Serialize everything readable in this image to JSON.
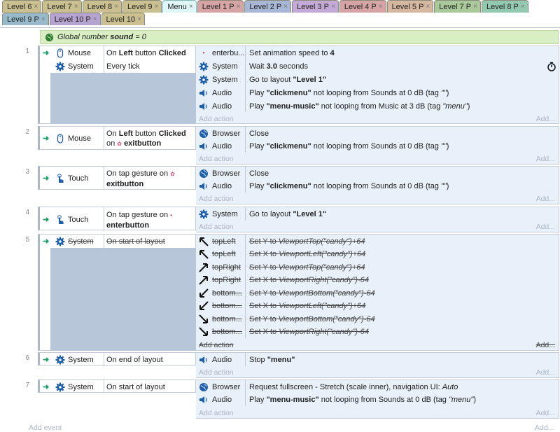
{
  "tabs_row1": [
    {
      "label": "Level 6",
      "color": "#c9bf8f",
      "active": false
    },
    {
      "label": "Level 7",
      "color": "#c9bf8f",
      "active": false
    },
    {
      "label": "Level 8",
      "color": "#c9bf8f",
      "active": false
    },
    {
      "label": "Level 9",
      "color": "#c9bf8f",
      "active": false
    },
    {
      "label": "Menu",
      "color": "#dff7f7",
      "active": true
    },
    {
      "label": "Level 1 P",
      "color": "#d6a4a4",
      "active": false
    },
    {
      "label": "Level 2 P",
      "color": "#a8b7d6",
      "active": false
    },
    {
      "label": "Level 3 P",
      "color": "#c4aad6",
      "active": false
    },
    {
      "label": "Level 4 P",
      "color": "#d6a4a4",
      "active": false
    },
    {
      "label": "Level 5 P",
      "color": "#d6b8a0",
      "active": false
    },
    {
      "label": "Level 7 P",
      "color": "#a9c99a",
      "active": false
    },
    {
      "label": "Level 8 P",
      "color": "#93c9b0",
      "active": false
    }
  ],
  "tabs_row2": [
    {
      "label": "Level 9 P",
      "color": "#98b9c9",
      "active": false
    },
    {
      "label": "Level 10 P",
      "color": "#b6a4d0",
      "active": false
    },
    {
      "label": "Level 10",
      "color": "#c9bf8f",
      "active": false
    }
  ],
  "tab_close": "×",
  "global_var": {
    "prefix": "Global number ",
    "name": "sound",
    "suffix": " = 0"
  },
  "add_action": "Add action",
  "add_right": "Add...",
  "add_event": "Add event",
  "add_right_bottom": "Add..."
}
